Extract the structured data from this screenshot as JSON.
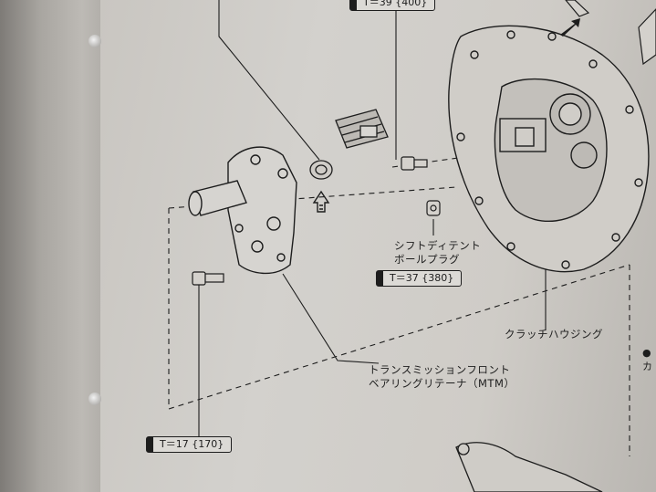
{
  "torque_specs": {
    "top": "T＝39 {400}",
    "shift_detent_plug": "T＝37 {380}",
    "retainer_bolt": "T＝17 {170}"
  },
  "labels": {
    "shift_detent_plug_line1": "シフトディテント",
    "shift_detent_plug_line2": "ボールプラグ",
    "clutch_housing": "クラッチハウジング",
    "retainer_line1": "トランスミッションフロント",
    "retainer_line2": "ベアリングリテーナ（MTM）"
  },
  "margin_mark": "●カ"
}
